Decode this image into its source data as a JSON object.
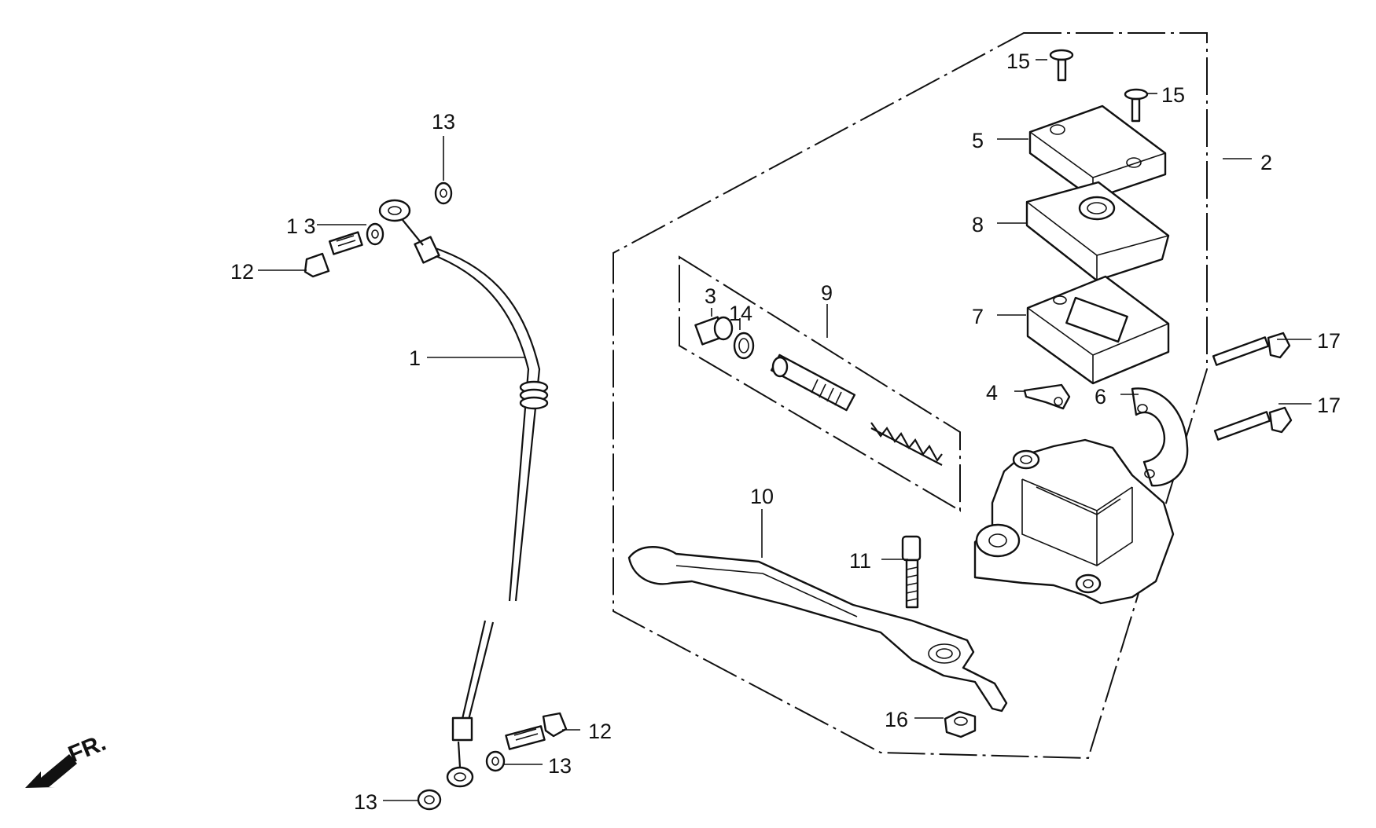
{
  "callouts": {
    "c1": "1",
    "c2": "2",
    "c3": "3",
    "c4": "4",
    "c5": "5",
    "c6": "6",
    "c7": "7",
    "c8": "8",
    "c9": "9",
    "c10": "10",
    "c11": "11",
    "c12a": "12",
    "c12b": "12",
    "c13a": "13",
    "c13b": "1 3",
    "c13c": "13",
    "c13d": "13",
    "c14": "14",
    "c15a": "15",
    "c15b": "15",
    "c16": "16",
    "c17a": "17",
    "c17b": "17"
  },
  "direction": {
    "label": "FR."
  }
}
